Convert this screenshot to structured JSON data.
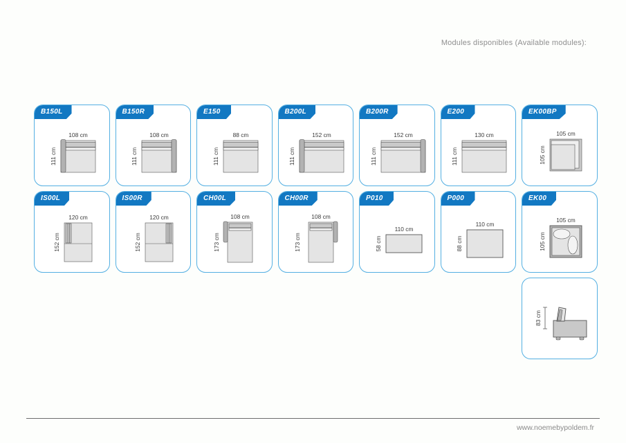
{
  "header": {
    "title": "Modules disponibles (Available modules):"
  },
  "footer": {
    "url": "www.noemebypoldem.fr"
  },
  "colors": {
    "card_border": "#53afe2",
    "tab_blue": "#1278c2",
    "arm_grey": "#b2b2b2",
    "back_grey": "#c9c9c9",
    "seat_grey": "#e4e4e4",
    "outline": "#555555",
    "text_grey": "#8f8f8f"
  },
  "modules": [
    {
      "code": "B150L",
      "width": "108 cm",
      "depth": "111 cm",
      "shape": "sofa-arm-left",
      "has_tab": true
    },
    {
      "code": "B150R",
      "width": "108 cm",
      "depth": "111 cm",
      "shape": "sofa-arm-right",
      "has_tab": true
    },
    {
      "code": "E150",
      "width": "88 cm",
      "depth": "111 cm",
      "shape": "sofa-no-arm",
      "has_tab": true
    },
    {
      "code": "B200L",
      "width": "152 cm",
      "depth": "111 cm",
      "shape": "sofa-arm-left",
      "has_tab": true
    },
    {
      "code": "B200R",
      "width": "152 cm",
      "depth": "111 cm",
      "shape": "sofa-arm-right",
      "has_tab": true
    },
    {
      "code": "E200",
      "width": "130 cm",
      "depth": "111 cm",
      "shape": "sofa-no-arm",
      "has_tab": true
    },
    {
      "code": "EK00BP",
      "width": "105 cm",
      "depth": "105 cm",
      "shape": "corner-nested",
      "has_tab": true
    },
    {
      "code": "IS00L",
      "width": "120 cm",
      "depth": "152 cm",
      "shape": "tall-left",
      "has_tab": true
    },
    {
      "code": "IS00R",
      "width": "120 cm",
      "depth": "152 cm",
      "shape": "tall-right",
      "has_tab": true
    },
    {
      "code": "CH00L",
      "width": "108 cm",
      "depth": "173 cm",
      "shape": "chaise-left",
      "has_tab": true
    },
    {
      "code": "CH00R",
      "width": "108 cm",
      "depth": "173 cm",
      "shape": "chaise-right",
      "has_tab": true
    },
    {
      "code": "P010",
      "width": "110 cm",
      "depth": "58 cm",
      "shape": "pouf-wide",
      "has_tab": true
    },
    {
      "code": "P000",
      "width": "110 cm",
      "depth": "88 cm",
      "shape": "pouf-square",
      "has_tab": true
    },
    {
      "code": "EK00",
      "width": "105 cm",
      "depth": "105 cm",
      "shape": "corner-bolster",
      "has_tab": true
    },
    {
      "code": "",
      "width": "",
      "depth": "83 cm",
      "shape": "side-elevation",
      "has_tab": false
    }
  ]
}
